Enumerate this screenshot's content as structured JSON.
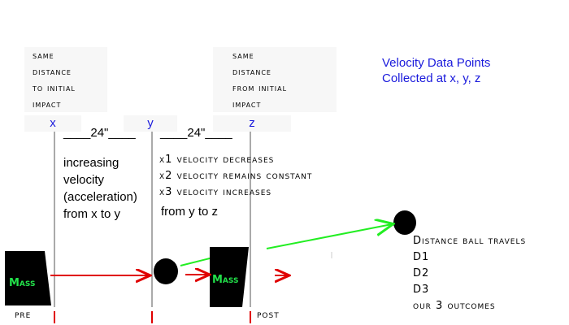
{
  "labels": {
    "left_note": [
      "same",
      "distance",
      "to initial",
      "impact"
    ],
    "right_note": [
      "same",
      "distance",
      "from initial",
      "impact"
    ],
    "x": "x",
    "y": "y",
    "z": "z",
    "distance_1": "____24\"____",
    "distance_2": "____24\"____",
    "velocity_title": [
      "Velocity Data Points",
      "Collected at x, y, z"
    ],
    "xy_note": [
      "increasing",
      "velocity",
      "(acceleration)",
      "from x to y"
    ],
    "outcomes": [
      "x1 velocity decreases",
      "x2 velocity remains constant",
      "x3 velocity increases"
    ],
    "yz_note": "from y to z",
    "mass_left": "Mass",
    "mass_right": "Mass",
    "pre": "pre",
    "post": "post",
    "distance_list": [
      "Distance ball travels",
      "D1",
      "D2",
      "D3",
      "our 3 outcomes"
    ]
  },
  "colors": {
    "blue_text": "#1a1adc",
    "red_arrow": "#e00000",
    "green_arrow": "#22ee22",
    "pole": "#aaaaaa",
    "mass_fill": "#000000",
    "mass_text": "#22e04a"
  }
}
